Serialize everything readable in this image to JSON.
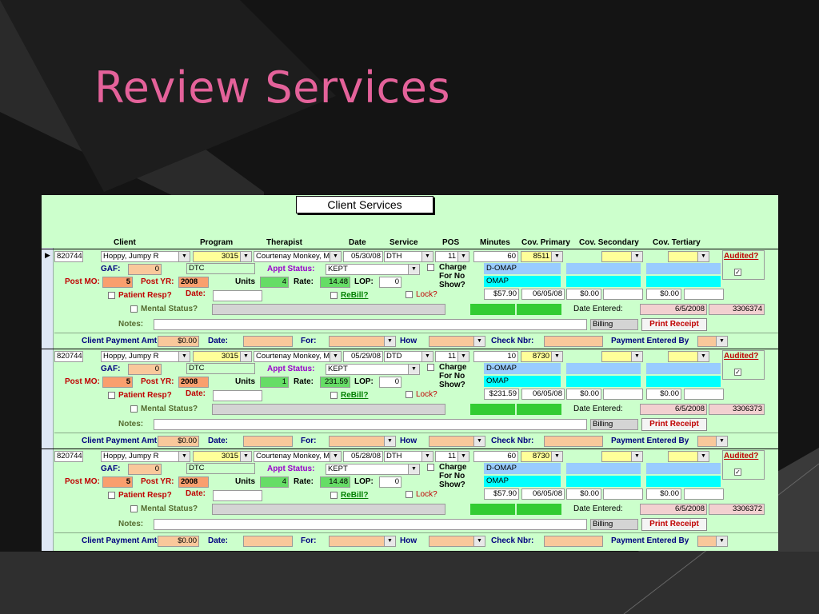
{
  "slide": {
    "title": "Review Services"
  },
  "form": {
    "title": "Client Services",
    "headers": {
      "client": "Client",
      "program": "Program",
      "therapist": "Therapist",
      "date": "Date",
      "service": "Service",
      "pos": "POS",
      "minutes": "Minutes",
      "cov_primary": "Cov. Primary",
      "cov_secondary": "Cov. Secondary",
      "cov_tertiary": "Cov. Tertiary"
    },
    "labels": {
      "gaf": "GAF:",
      "post_mo": "Post MO:",
      "post_yr": "Post YR:",
      "units": "Units",
      "appt_status": "Appt Status:",
      "rate": "Rate:",
      "lop": "LOP:",
      "charge_no_show": "Charge For No Show?",
      "patient_resp": "Patient Resp?",
      "date": "Date:",
      "rebill": "ReBill?",
      "lock": "Lock?",
      "mental_status": "Mental Status?",
      "notes": "Notes:",
      "audited": "Audited?",
      "date_entered": "Date Entered:",
      "client_payment_amt": "Client Payment Amt",
      "for": "For:",
      "how": "How",
      "check_nbr": "Check Nbr:",
      "payment_entered_by": "Payment Entered By",
      "print_receipt": "Print Receipt"
    },
    "records": [
      {
        "client_id": "820744",
        "client_name": "Hoppy, Jumpy R",
        "program": "3015",
        "therapist": "Courtenay Monkey, M",
        "date": "05/30/08",
        "service": "DTH",
        "pos": "11",
        "minutes": "60",
        "cov_primary": "8511",
        "gaf": "0",
        "program_name": "DTC",
        "appt_status": "KEPT",
        "post_mo": "5",
        "post_yr": "2008",
        "units": "4",
        "rate": "14.48",
        "lop": "0",
        "cov1": "D-OMAP",
        "cov2": "OMAP",
        "charge": "$57.90",
        "paid_date": "06/05/08",
        "sec_amt": "$0.00",
        "ter_amt": "$0.00",
        "date_entered": "6/5/2008",
        "record_id": "3306374",
        "billing": "Billing",
        "payment_amt": "$0.00",
        "audited": true
      },
      {
        "client_id": "820744",
        "client_name": "Hoppy, Jumpy R",
        "program": "3015",
        "therapist": "Courtenay Monkey, M",
        "date": "05/29/08",
        "service": "DTD",
        "pos": "11",
        "minutes": "10",
        "cov_primary": "8730",
        "gaf": "0",
        "program_name": "DTC",
        "appt_status": "KEPT",
        "post_mo": "5",
        "post_yr": "2008",
        "units": "1",
        "rate": "231.59",
        "lop": "0",
        "cov1": "D-OMAP",
        "cov2": "OMAP",
        "charge": "$231.59",
        "paid_date": "06/05/08",
        "sec_amt": "$0.00",
        "ter_amt": "$0.00",
        "date_entered": "6/5/2008",
        "record_id": "3306373",
        "billing": "Billing",
        "payment_amt": "$0.00",
        "audited": true
      },
      {
        "client_id": "820744",
        "client_name": "Hoppy, Jumpy R",
        "program": "3015",
        "therapist": "Courtenay Monkey, M",
        "date": "05/28/08",
        "service": "DTH",
        "pos": "11",
        "minutes": "60",
        "cov_primary": "8730",
        "gaf": "0",
        "program_name": "DTC",
        "appt_status": "KEPT",
        "post_mo": "5",
        "post_yr": "2008",
        "units": "4",
        "rate": "14.48",
        "lop": "0",
        "cov1": "D-OMAP",
        "cov2": "OMAP",
        "charge": "$57.90",
        "paid_date": "06/05/08",
        "sec_amt": "$0.00",
        "ter_amt": "$0.00",
        "date_entered": "6/5/2008",
        "record_id": "3306372",
        "billing": "Billing",
        "payment_amt": "$0.00",
        "audited": true
      }
    ]
  },
  "colors": {
    "form_bg": "#ccffcc",
    "title_pink": "#e4629a",
    "field_orange": "#f9c89b",
    "field_yellow": "#ffff99",
    "field_blue": "#99ccff",
    "field_cyan": "#00ffff",
    "field_green": "#33cc33",
    "field_gray": "#d4d4d4",
    "field_pink": "#f2d0d0",
    "bold_salmon": "#f99f6e"
  }
}
